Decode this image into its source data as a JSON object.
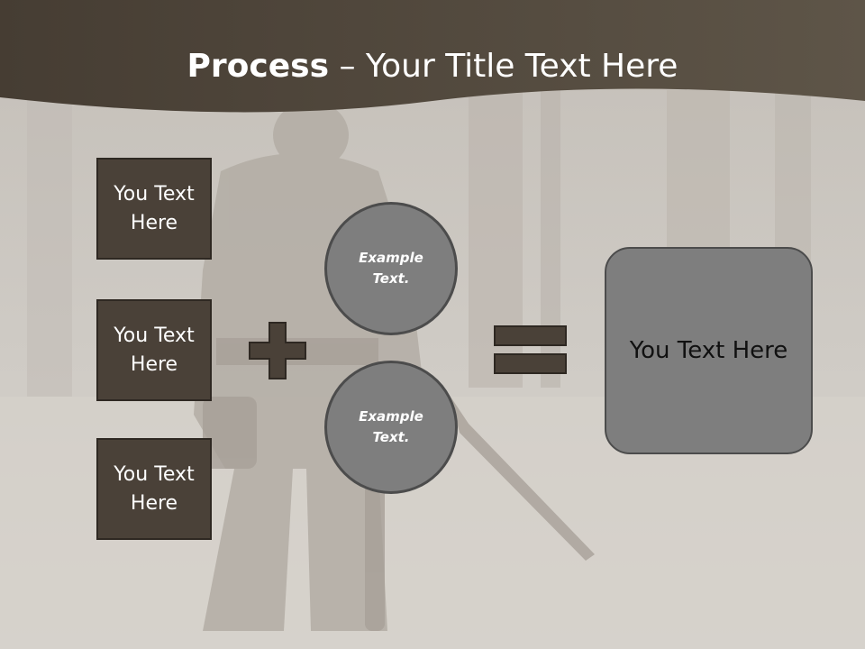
{
  "header": {
    "title_bold": "Process",
    "title_rest": " – Your Title Text Here"
  },
  "inputs": [
    {
      "label": "You Text Here"
    },
    {
      "label": "You Text Here"
    },
    {
      "label": "You Text Here"
    }
  ],
  "circles": [
    {
      "label": "Example Text."
    },
    {
      "label": "Example Text."
    }
  ],
  "result": {
    "label": "You Text Here"
  },
  "colors": {
    "header": "#4d4438",
    "box_fill": "#4a4138",
    "circle_fill": "#7e7e7e",
    "operator": "#4a4138"
  },
  "icons": {
    "plus": "plus-icon",
    "equals": "equals-icon"
  }
}
